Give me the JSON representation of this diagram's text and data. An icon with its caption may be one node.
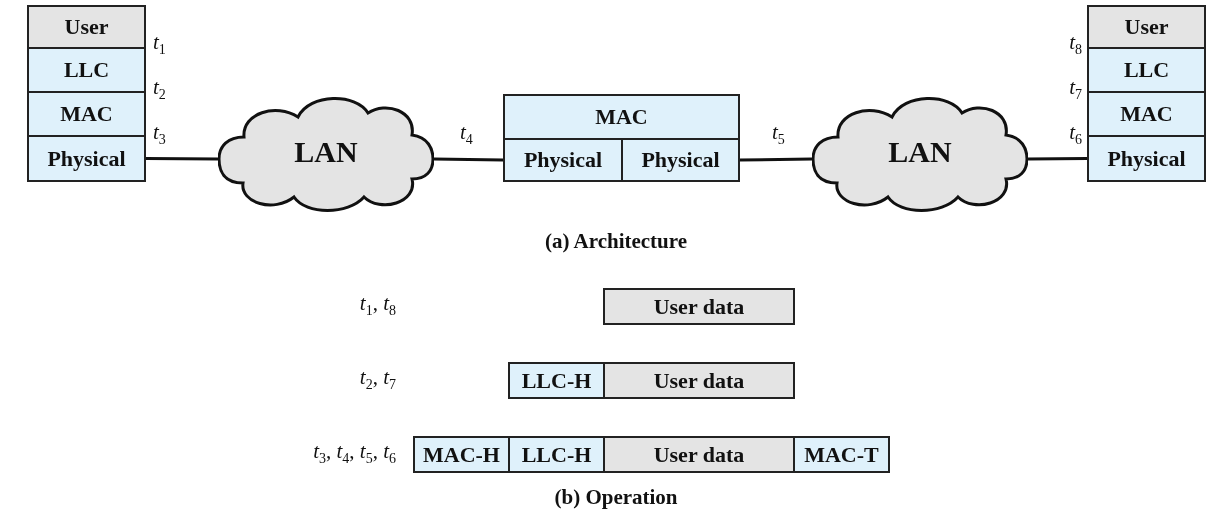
{
  "diagram": {
    "nodes": [
      {
        "text": [
          "User"
        ]
      },
      {
        "text": [
          "LLC"
        ]
      },
      {
        "text": [
          "MAC"
        ]
      },
      {
        "text": [
          "Physical"
        ]
      },
      {
        "text": [
          "LAN"
        ]
      },
      {
        "text": [
          "MAC"
        ]
      },
      {
        "text": [
          "Physical"
        ]
      },
      {
        "text": [
          "Physical"
        ]
      },
      {
        "text": [
          "LAN"
        ]
      },
      {
        "text": [
          "User"
        ]
      },
      {
        "text": [
          "LLC"
        ]
      },
      {
        "text": [
          "MAC"
        ]
      },
      {
        "text": [
          "Physical"
        ]
      },
      {
        "text": [
          "User data"
        ]
      },
      {
        "text": [
          "LLC-H"
        ]
      },
      {
        "text": [
          "User data"
        ]
      },
      {
        "text": [
          "MAC-H"
        ]
      },
      {
        "text": [
          "LLC-H"
        ]
      },
      {
        "text": [
          "User data"
        ]
      },
      {
        "text": [
          "MAC-T"
        ]
      }
    ],
    "edges": [
      {
        "from": 3,
        "to": 4,
        "arrow": "none"
      },
      {
        "from": 4,
        "to": 6,
        "arrow": "none"
      },
      {
        "from": 7,
        "to": 8,
        "arrow": "none"
      },
      {
        "from": 8,
        "to": 12,
        "arrow": "none"
      }
    ],
    "labels": [
      "*t*$_{1}$",
      "*t*$_{8}$",
      "*t*$_{2}$",
      "*t*$_{7}$",
      "*t*$_{3}$",
      "*t*$_{4}$",
      "*t*$_{5}$",
      "*t*$_{6}$",
      "(a) Architecture",
      "*t*$_{1}$, *t*$_{8}$",
      "*t*$_{2}$, *t*$_{7}$",
      "*t*$_{3}$, *t*$_{4}$, *t*$_{5}$, *t*$_{6}$",
      "(b) Operation"
    ]
  }
}
